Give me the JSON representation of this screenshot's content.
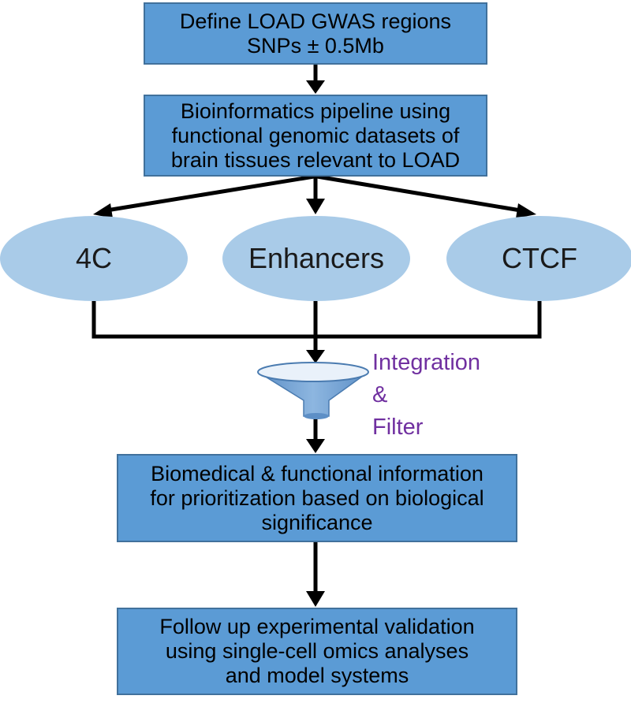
{
  "steps": {
    "define": {
      "lines": [
        "Define LOAD GWAS regions",
        "SNPs ± 0.5Mb"
      ]
    },
    "bioinformatics": {
      "lines": [
        "Bioinformatics pipeline using",
        "functional genomic datasets of",
        "brain tissues relevant to LOAD"
      ]
    },
    "biomedical": {
      "lines": [
        "Biomedical & functional information",
        "for prioritization based on biological",
        "significance"
      ]
    },
    "followup": {
      "lines": [
        "Follow up experimental validation",
        "using single-cell omics analyses",
        "and model systems"
      ]
    }
  },
  "datasets": [
    "4C",
    "Enhancers",
    "CTCF"
  ],
  "filter": {
    "lines": [
      "Integration",
      "&",
      "Filter"
    ]
  },
  "colors": {
    "box_fill": "#5b9bd5",
    "box_border": "#41719c",
    "ellipse_fill": "#a9cbe8",
    "arrow": "#000000",
    "filter_label": "#7030a0",
    "funnel": "#7fa9d6"
  }
}
